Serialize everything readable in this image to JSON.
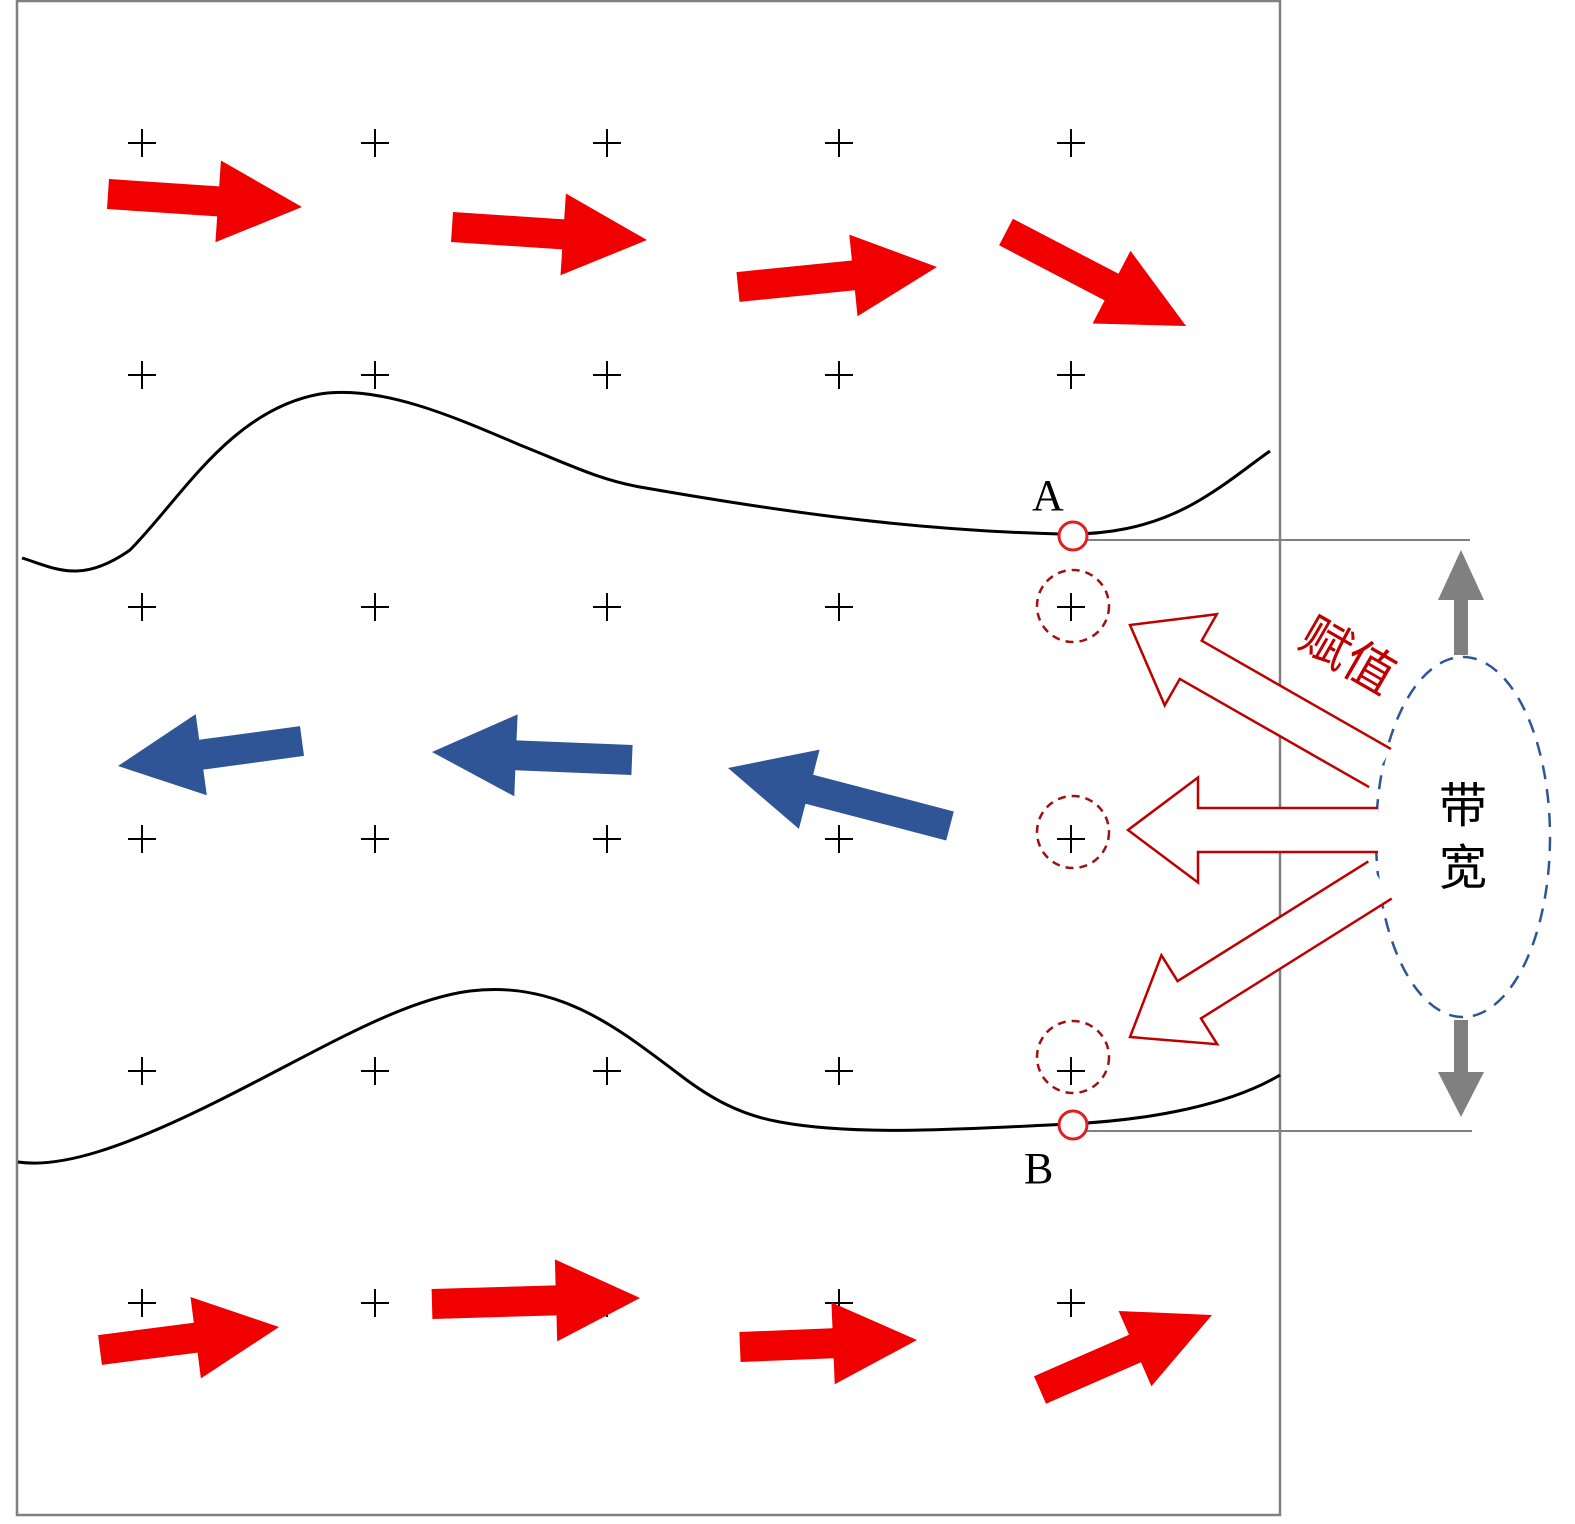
{
  "labels": {
    "point_a": "A",
    "point_b": "B",
    "assign": "赋值",
    "bandwidth_line1": "带",
    "bandwidth_line2": "宽"
  },
  "colors": {
    "forward_arrow": "#f00000",
    "backward_arrow": "#2f5597",
    "assign_arrow_outline": "#c00000",
    "assign_text": "#c00000",
    "endpoint_circle": "#e02020",
    "ellipse_dash": "#2f5597",
    "frame": "#808080",
    "boundary_line": "#000000",
    "bandwidth_arrow": "#808080"
  },
  "icons": {
    "grid_marker": "plus-icon",
    "flow_vector": "arrow-icon",
    "candidate_point": "dashed-circle-icon"
  }
}
